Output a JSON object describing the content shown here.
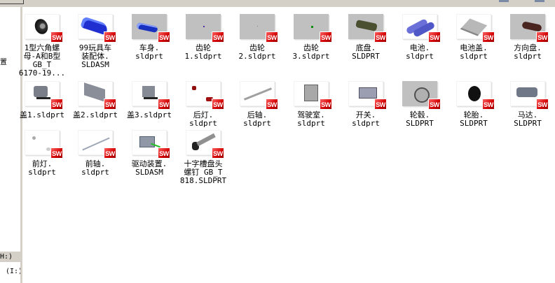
{
  "toolbar": {
    "address_field": "",
    "buttons": [
      "view-button",
      "options-button"
    ]
  },
  "left_pane": {
    "partial_char": "置",
    "drives": [
      {
        "label": "H:)",
        "selected": true
      },
      {
        "label": "(I:)",
        "selected": false
      }
    ]
  },
  "files": [
    {
      "name": "1型六角螺母-A和B型 GB_T 6170-19...",
      "line1": "1型六角螺",
      "line2": "母-A和B型",
      "line3": "GB_T",
      "line4": "6170-19...",
      "thumb": "hex-nut",
      "type": "part"
    },
    {
      "name": "99玩具车装配体.SLDASM",
      "line1": "99玩具车",
      "line2": "装配体.",
      "line3": "SLDASM",
      "line4": "",
      "thumb": "toy-car-assembly",
      "type": "assembly"
    },
    {
      "name": "车身.sldprt",
      "line1": "车身.",
      "line2": "sldprt",
      "line3": "",
      "line4": "",
      "thumb": "car-body",
      "type": "part"
    },
    {
      "name": "齿轮1.sldprt",
      "line1": "齿轮",
      "line2": "1.sldprt",
      "line3": "",
      "line4": "",
      "thumb": "gear-1",
      "type": "part"
    },
    {
      "name": "齿轮2.sldprt",
      "line1": "齿轮",
      "line2": "2.sldprt",
      "line3": "",
      "line4": "",
      "thumb": "gear-2",
      "type": "part"
    },
    {
      "name": "齿轮3.sldprt",
      "line1": "齿轮",
      "line2": "3.sldprt",
      "line3": "",
      "line4": "",
      "thumb": "gear-3",
      "type": "part"
    },
    {
      "name": "底盘.SLDPRT",
      "line1": "底盘.",
      "line2": "SLDPRT",
      "line3": "",
      "line4": "",
      "thumb": "chassis",
      "type": "part"
    },
    {
      "name": "电池.sldprt",
      "line1": "电池.",
      "line2": "sldprt",
      "line3": "",
      "line4": "",
      "thumb": "battery",
      "type": "part"
    },
    {
      "name": "电池盖.sldprt",
      "line1": "电池盖.",
      "line2": "sldprt",
      "line3": "",
      "line4": "",
      "thumb": "battery-cover",
      "type": "part"
    },
    {
      "name": "方向盘.sldprt",
      "line1": "方向盘.",
      "line2": "sldprt",
      "line3": "",
      "line4": "",
      "thumb": "steering-wheel",
      "type": "part"
    },
    {
      "name": "盖1.sldprt",
      "line1": "盖1.sldprt",
      "line2": "",
      "line3": "",
      "line4": "",
      "thumb": "cover-1",
      "type": "part"
    },
    {
      "name": "盖2.sldprt",
      "line1": "盖2.sldprt",
      "line2": "",
      "line3": "",
      "line4": "",
      "thumb": "cover-2",
      "type": "part"
    },
    {
      "name": "盖3.sldprt",
      "line1": "盖3.sldprt",
      "line2": "",
      "line3": "",
      "line4": "",
      "thumb": "cover-3",
      "type": "part"
    },
    {
      "name": "后灯.sldprt",
      "line1": "后灯.",
      "line2": "sldprt",
      "line3": "",
      "line4": "",
      "thumb": "rear-light",
      "type": "part"
    },
    {
      "name": "后轴.sldprt",
      "line1": "后轴.",
      "line2": "sldprt",
      "line3": "",
      "line4": "",
      "thumb": "rear-axle",
      "type": "part"
    },
    {
      "name": "驾驶室.sldprt",
      "line1": "驾驶室.",
      "line2": "sldprt",
      "line3": "",
      "line4": "",
      "thumb": "cab",
      "type": "part"
    },
    {
      "name": "开关.sldprt",
      "line1": "开关.",
      "line2": "sldprt",
      "line3": "",
      "line4": "",
      "thumb": "switch",
      "type": "part"
    },
    {
      "name": "轮毂.SLDPRT",
      "line1": "轮毂.",
      "line2": "SLDPRT",
      "line3": "",
      "line4": "",
      "thumb": "wheel-hub",
      "type": "part"
    },
    {
      "name": "轮胎.SLDPRT",
      "line1": "轮胎.",
      "line2": "SLDPRT",
      "line3": "",
      "line4": "",
      "thumb": "tire",
      "type": "part"
    },
    {
      "name": "马达.SLDPRT",
      "line1": "马达.",
      "line2": "SLDPRT",
      "line3": "",
      "line4": "",
      "thumb": "motor",
      "type": "part"
    },
    {
      "name": "前灯.sldprt",
      "line1": "前灯.",
      "line2": "sldprt",
      "line3": "",
      "line4": "",
      "thumb": "front-light",
      "type": "part"
    },
    {
      "name": "前轴.sldprt",
      "line1": "前轴.",
      "line2": "sldprt",
      "line3": "",
      "line4": "",
      "thumb": "front-axle",
      "type": "part"
    },
    {
      "name": "驱动装置.SLDASM",
      "line1": "驱动装置.",
      "line2": "SLDASM",
      "line3": "",
      "line4": "",
      "thumb": "drive-assembly",
      "type": "assembly"
    },
    {
      "name": "十字槽盘头螺钉 GB_T 818.SLDPRT",
      "line1": "十字槽盘头",
      "line2": "螺钉 GB_T",
      "line3": "818.SLDPRT",
      "line4": "",
      "thumb": "cross-screw",
      "type": "part"
    }
  ],
  "badge": {
    "text": "SW",
    "color": "#d00000"
  }
}
